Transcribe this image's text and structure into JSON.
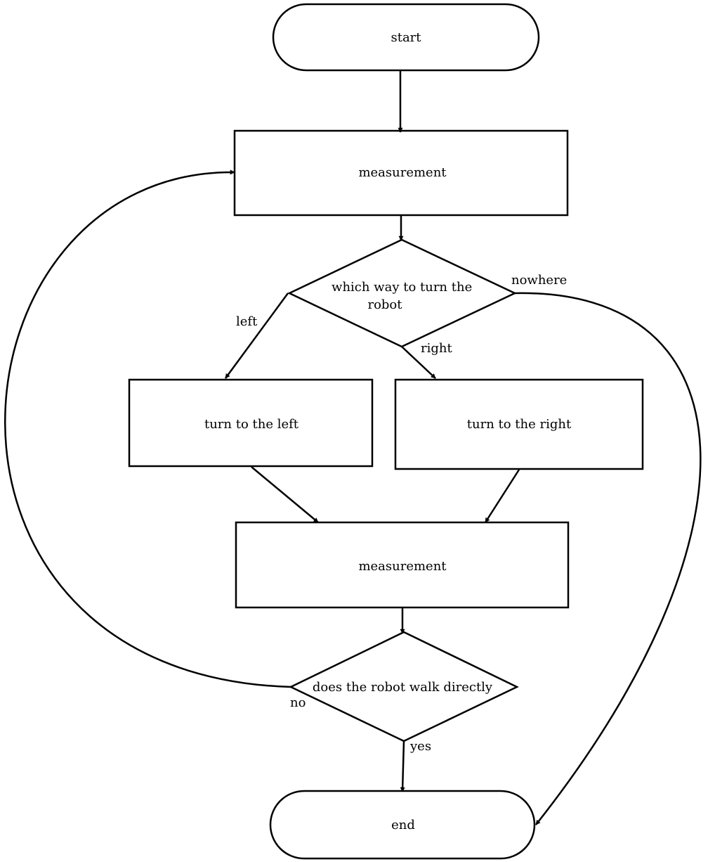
{
  "nodes": {
    "start": "start",
    "measurement_1": "measurement",
    "decision_turn": [
      "which way to turn the",
      "robot"
    ],
    "turn_left": "turn to the left",
    "turn_right": "turn to the right",
    "measurement_2": "measurement",
    "decision_walk": "does the robot walk directly",
    "end": "end"
  },
  "edge_labels": {
    "left": "left",
    "right": "right",
    "nowhere": "nowhere",
    "no": "no",
    "yes": "yes"
  }
}
